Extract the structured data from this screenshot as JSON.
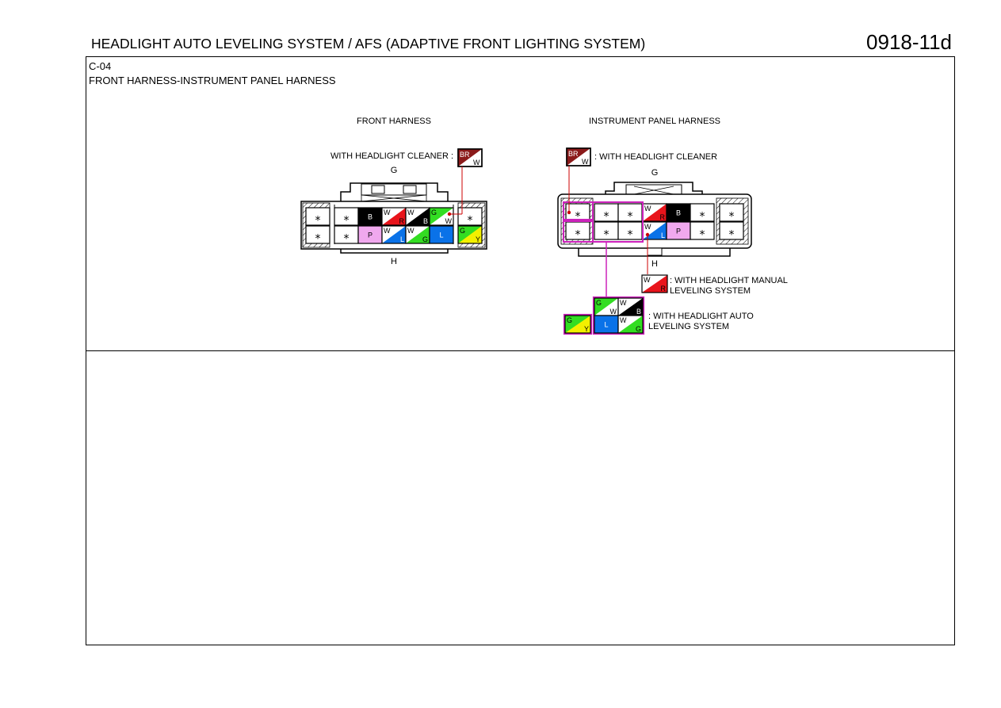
{
  "header": {
    "title": "HEADLIGHT AUTO LEVELING SYSTEM / AFS (ADAPTIVE FRONT LIGHTING SYSTEM)",
    "code": "0918-11d"
  },
  "connector": {
    "id": "C-04",
    "name": "FRONT HARNESS-INSTRUMENT PANEL HARNESS"
  },
  "front_harness": {
    "title": "FRONT HARNESS",
    "cleaner_note": "WITH HEADLIGHT CLEANER :",
    "label_top": "G",
    "label_bottom": "H"
  },
  "ip_harness": {
    "title": "INSTRUMENT PANEL HARNESS",
    "cleaner_note": ": WITH HEADLIGHT CLEANER",
    "label_top": "G",
    "label_bottom": "H",
    "manual_note_1": ": WITH HEADLIGHT MANUAL",
    "manual_note_2": "LEVELING SYSTEM",
    "auto_note_1": ": WITH HEADLIGHT AUTO",
    "auto_note_2": "LEVELING SYSTEM"
  },
  "symbols": {
    "unused": "⁎"
  },
  "wire_codes": {
    "BR": "BR",
    "W": "W",
    "B": "B",
    "R": "R",
    "G": "G",
    "P": "P",
    "L": "L",
    "Y": "Y"
  },
  "colors": {
    "B": "#000000",
    "W": "#ffffff",
    "R": "#e8141b",
    "G": "#33dd22",
    "L": "#0a72e8",
    "P": "#f0a8ee",
    "Y": "#f3f000",
    "BR": "#8b1a1a",
    "highlight": "#cc22bb",
    "leader": "#cc0000"
  }
}
